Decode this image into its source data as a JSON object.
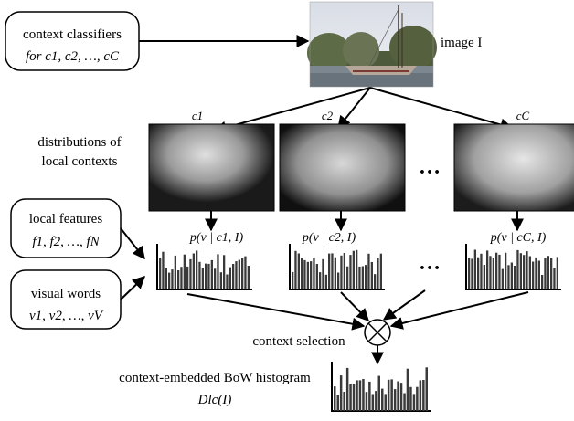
{
  "classifiers_box": {
    "line1": "context classifiers",
    "line2": "for c1, c2, …, cC"
  },
  "image_label": "image I",
  "distributions_label": {
    "line1": "distributions of",
    "line2": "local contexts"
  },
  "context_labels": [
    "c1",
    "c2",
    "cC"
  ],
  "dist_labels": [
    "p(v | c1, I)",
    "p(v | c2, I)",
    "p(v | cC, I)"
  ],
  "ellipsis": "…",
  "local_features_box": {
    "line1": "local features",
    "line2": "f1, f2, …, fN"
  },
  "visual_words_box": {
    "line1": "visual words",
    "line2": "v1, v2, …, vV"
  },
  "context_selection": "context selection",
  "bow_label": {
    "line1": "context-embedded BoW histogram",
    "line2": "Dlc(I)"
  },
  "colors": {
    "stroke": "#000000",
    "bar": "#3a3a3a",
    "map_bg": "#111111",
    "map_fg": "#c8c8c8"
  }
}
